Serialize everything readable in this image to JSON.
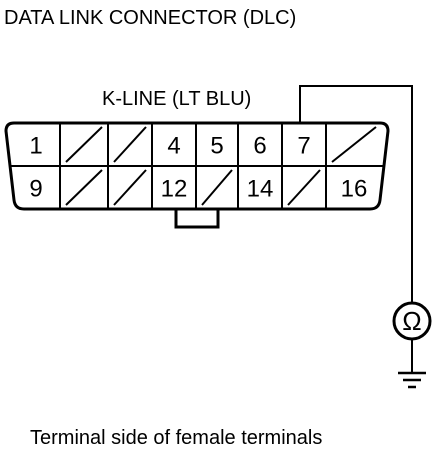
{
  "diagram": {
    "title": "DATA LINK CONNECTOR (DLC)",
    "wire_label": "K-LINE (LT BLU)",
    "caption": "Terminal side of female terminals",
    "meter_symbol": "Ω",
    "meter_icon": "ohmmeter-icon",
    "ground_icon": "ground-icon",
    "connector": {
      "top_row": [
        "1",
        "",
        "",
        "4",
        "5",
        "6",
        "7",
        ""
      ],
      "bottom_row": [
        "9",
        "",
        "",
        "12",
        "",
        "14",
        "",
        "16"
      ]
    }
  }
}
